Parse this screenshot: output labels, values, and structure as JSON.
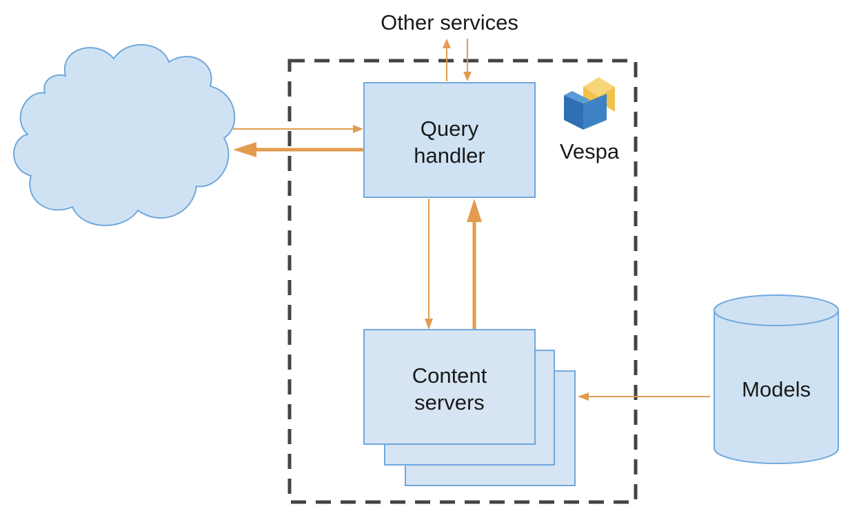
{
  "labels": {
    "other_services": "Other services",
    "query_handler_line1": "Query",
    "query_handler_line2": "handler",
    "vespa": "Vespa",
    "content_servers_line1": "Content",
    "content_servers_line2": "servers",
    "models": "Models"
  },
  "colors": {
    "box_fill": "#cfe2f3",
    "box_stroke": "#6fa8dc",
    "arrow": "#e39b4f",
    "boundary": "#444444",
    "logo_yellow": "#f2c14e",
    "logo_blue": "#2f6fb3"
  },
  "icons": {
    "cloud": "cloud-icon",
    "vespa_logo": "vespa-logo",
    "database": "database-cylinder-icon"
  }
}
